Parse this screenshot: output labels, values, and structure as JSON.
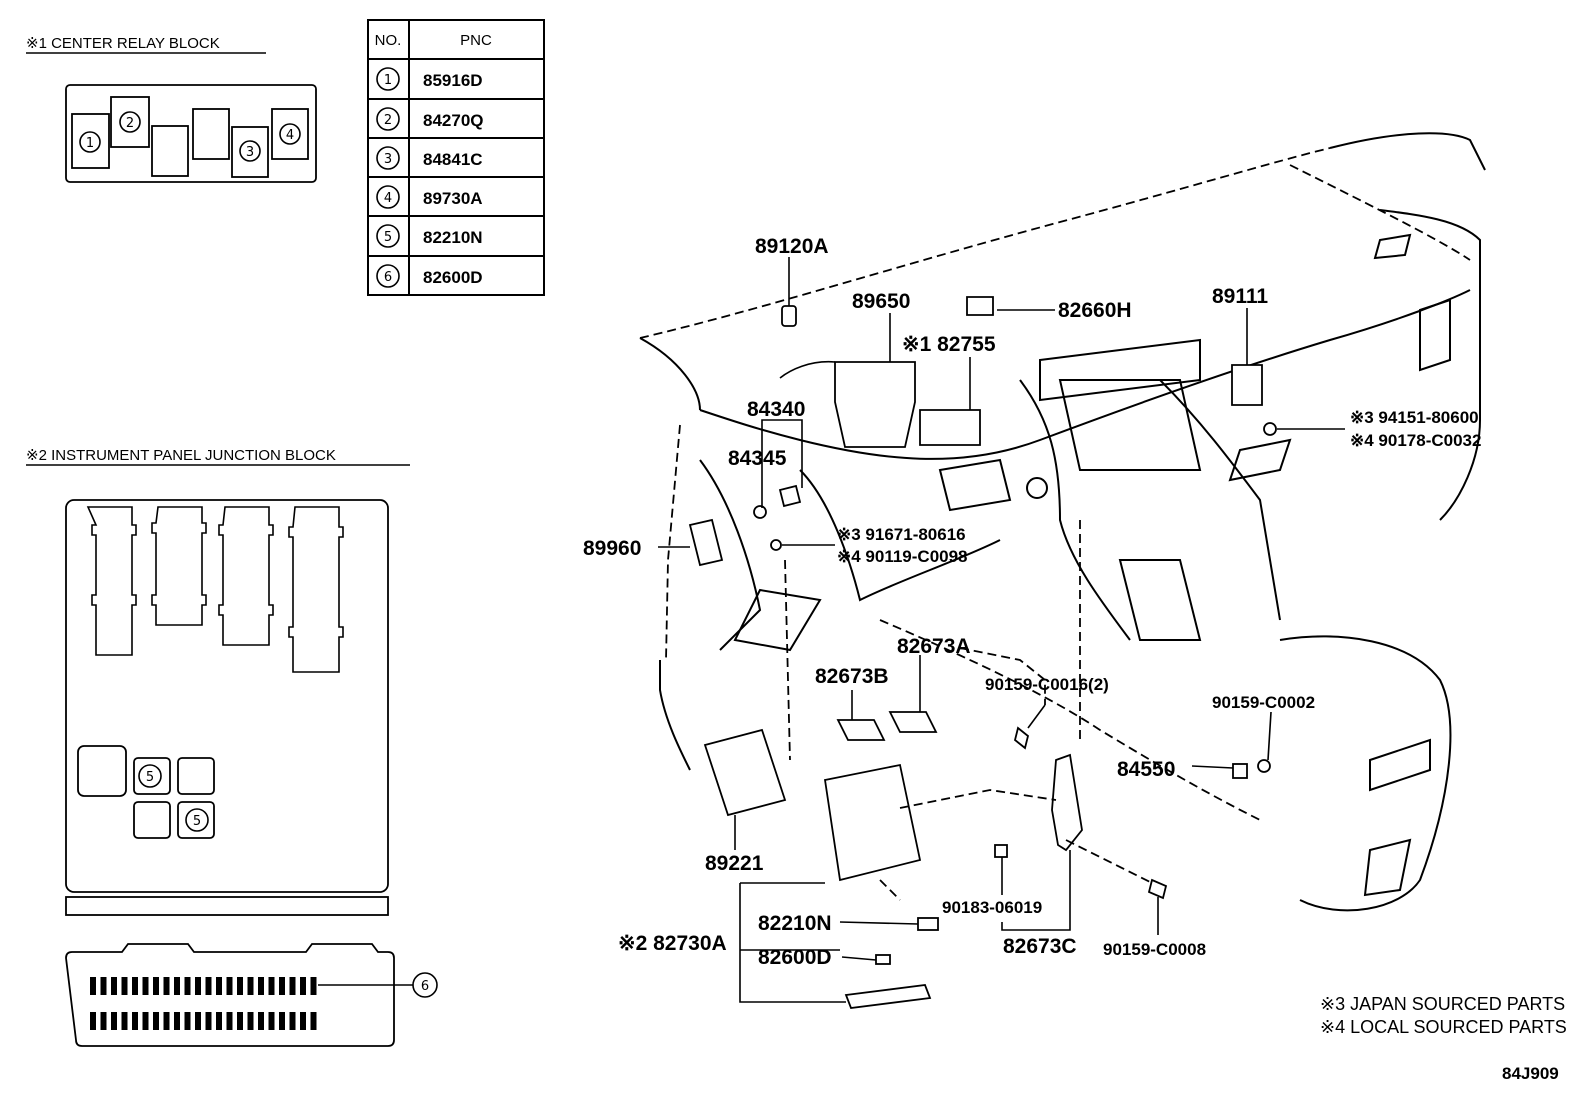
{
  "title_relay_block": "※1 CENTER RELAY BLOCK",
  "title_junction_block": "※2 INSTRUMENT PANEL JUNCTION BLOCK",
  "table": {
    "headers": [
      "NO.",
      "PNC"
    ],
    "rows": [
      {
        "no": "1",
        "pnc": "85916D"
      },
      {
        "no": "2",
        "pnc": "84270Q"
      },
      {
        "no": "3",
        "pnc": "84841C"
      },
      {
        "no": "4",
        "pnc": "89730A"
      },
      {
        "no": "5",
        "pnc": "82210N"
      },
      {
        "no": "6",
        "pnc": "82600D"
      }
    ]
  },
  "relay_block_markers": [
    "1",
    "2",
    "3",
    "4"
  ],
  "junction_block_markers": [
    "5",
    "5",
    "6"
  ],
  "part_labels": {
    "p89120A": "89120A",
    "p89650": "89650",
    "p82660H": "82660H",
    "p82755": "※1 82755",
    "p89111": "89111",
    "p84340": "84340",
    "p84345": "84345",
    "p94151": "※3 94151-80600",
    "p90178": "※4 90178-C0032",
    "p91671": "※3 91671-80616",
    "p90119": "※4 90119-C0098",
    "p89960": "89960",
    "p82673A": "82673A",
    "p82673B": "82673B",
    "p90159_C0016": "90159-C0016(2)",
    "p90159_C0002": "90159-C0002",
    "p84550": "84550",
    "p89221": "89221",
    "p82210N": "82210N",
    "p82730A": "※2 82730A",
    "p82600D": "82600D",
    "p90183": "90183-06019",
    "p82673C": "82673C",
    "p90159_C0008": "90159-C0008"
  },
  "notes": {
    "japan": "※3 JAPAN SOURCED PARTS",
    "local": "※4 LOCAL SOURCED PARTS"
  },
  "diagram_code": "84J909"
}
